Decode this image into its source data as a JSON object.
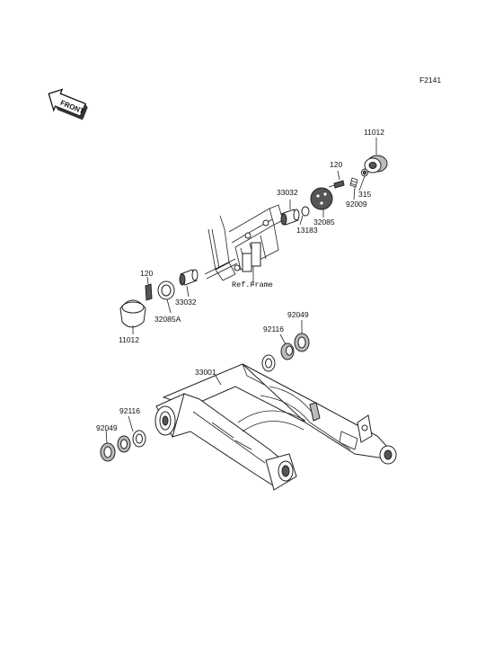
{
  "figure_code": "F2141",
  "front_label": "FRONT",
  "ref_frame": "Ref.Frame",
  "parts": {
    "p11012_top": "11012",
    "p120_top": "120",
    "p315": "315",
    "p92009": "92009",
    "p33032_top": "33032",
    "p13183": "13183",
    "p32085": "32085",
    "p120_left": "120",
    "p33032_left": "33032",
    "p32085A": "32085A",
    "p11012_left": "11012",
    "p92116_top": "92116",
    "p92049_top": "92049",
    "p33001": "33001",
    "p92116_left": "92116",
    "p92049_left": "92049"
  }
}
